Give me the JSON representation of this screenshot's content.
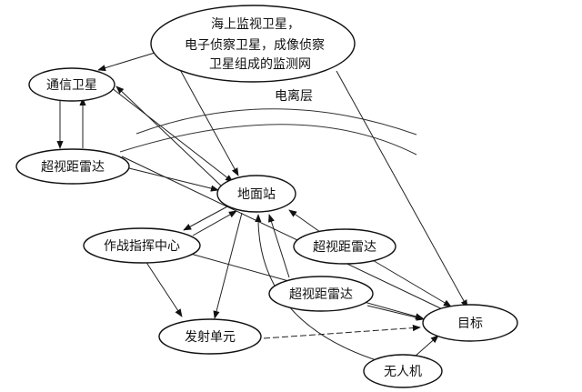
{
  "diagram": {
    "nodes": {
      "satellite_network": {
        "lines": [
          "海上监视卫星，",
          "电子侦察卫星，成像侦察",
          "卫星组成的监测网"
        ]
      },
      "comm_satellite": {
        "label": "通信卫星"
      },
      "ground_station": {
        "label": "地面站"
      },
      "radar_left": {
        "label": "超视距雷达"
      },
      "command_center": {
        "label": "作战指挥中心"
      },
      "radar_right_upper": {
        "label": "超视距雷达"
      },
      "radar_right_lower": {
        "label": "超视距雷达"
      },
      "launch_unit": {
        "label": "发射单元"
      },
      "target": {
        "label": "目标"
      },
      "uav": {
        "label": "无人机"
      }
    },
    "ionosphere_label": "电离层"
  }
}
